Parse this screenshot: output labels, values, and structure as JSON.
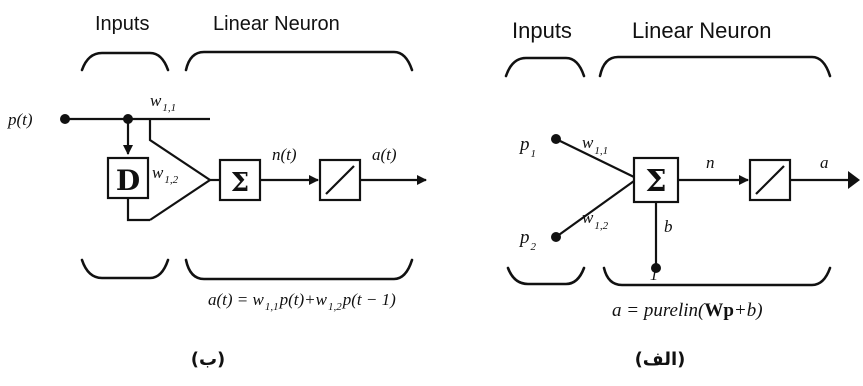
{
  "diagram_b": {
    "header_inputs": "Inputs",
    "header_neuron": "Linear Neuron",
    "input_label": "p(t)",
    "delay_label": "D",
    "weight1": "w",
    "weight1_sub": "1,1",
    "weight2": "w",
    "weight2_sub": "1,2",
    "sum_symbol": "Σ",
    "net_label": "n(t)",
    "output_label": "a(t)",
    "equation": {
      "lhs": "a(t) = w",
      "sub1": "1,1",
      "mid": "p(t)+w",
      "sub2": "1,2",
      "rhs": "p(t − 1)"
    },
    "caption": "(ب)"
  },
  "diagram_a": {
    "header_inputs": "Inputs",
    "header_neuron": "Linear Neuron",
    "input1": "p",
    "input1_sub": "1",
    "input2": "p",
    "input2_sub": "2",
    "weight1": "w",
    "weight1_sub": "1,1",
    "weight2": "w",
    "weight2_sub": "1,2",
    "sum_symbol": "Σ",
    "net_label": "n",
    "output_label": "a",
    "bias_label": "b",
    "bias_input": "1",
    "equation": {
      "lhs": "a = purelin(",
      "bold": "Wp",
      "rhs": "+b)"
    },
    "caption": "(الف)"
  }
}
